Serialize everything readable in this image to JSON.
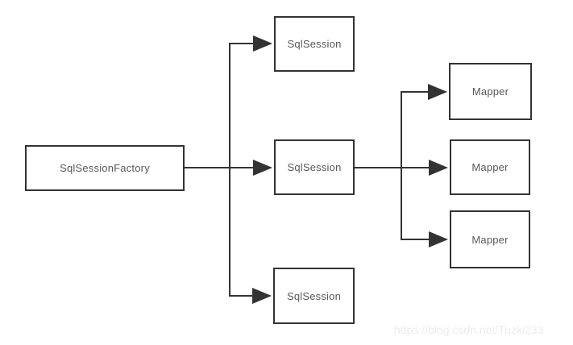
{
  "diagram": {
    "nodes": [
      {
        "id": "sqlsessionfactory",
        "label": "SqlSessionFactory"
      },
      {
        "id": "sqlsession-top",
        "label": "SqlSession"
      },
      {
        "id": "sqlsession-middle",
        "label": "SqlSession"
      },
      {
        "id": "sqlsession-bottom",
        "label": "SqlSession"
      },
      {
        "id": "mapper-top",
        "label": "Mapper"
      },
      {
        "id": "mapper-middle",
        "label": "Mapper"
      },
      {
        "id": "mapper-bottom",
        "label": "Mapper"
      }
    ],
    "edges": [
      {
        "from": "sqlsessionfactory",
        "to": "sqlsession-top"
      },
      {
        "from": "sqlsessionfactory",
        "to": "sqlsession-middle"
      },
      {
        "from": "sqlsessionfactory",
        "to": "sqlsession-bottom"
      },
      {
        "from": "sqlsession-middle",
        "to": "mapper-top"
      },
      {
        "from": "sqlsession-middle",
        "to": "mapper-middle"
      },
      {
        "from": "sqlsession-middle",
        "to": "mapper-bottom"
      }
    ],
    "colors": {
      "line": "#333333",
      "node_border": "#333333",
      "node_text": "#595959",
      "background": "#ffffff",
      "watermark": "#ececec"
    }
  },
  "watermark": {
    "text": "https://blog.csdn.net/Tuzki233"
  }
}
